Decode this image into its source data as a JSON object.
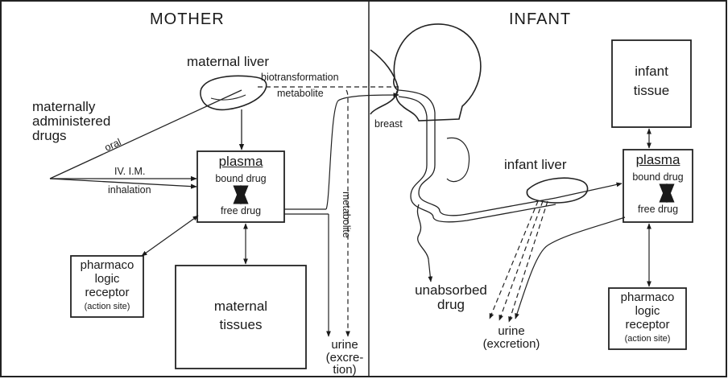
{
  "headings": {
    "mother": "MOTHER",
    "infant": "INFANT"
  },
  "mother": {
    "maternal_liver": "maternal liver",
    "biotransformation": "biotransformation",
    "metabolite": "metabolite",
    "metabolite_vertical": "metabolite",
    "drugs_label": [
      "maternally",
      "administered",
      "drugs"
    ],
    "route_oral": "oral",
    "route_iv_im": "IV. I.M.",
    "route_inhalation": "inhalation",
    "plasma": {
      "title": "plasma",
      "bound": "bound drug",
      "free": "free drug"
    },
    "receptor": {
      "lines": [
        "pharmaco",
        "logic",
        "receptor"
      ],
      "note": "(action site)"
    },
    "tissues": [
      "maternal",
      "tissues"
    ],
    "urine": [
      "urine",
      "(excre-",
      "tion)"
    ]
  },
  "infant": {
    "breast": "breast",
    "tissue": [
      "infant",
      "tissue"
    ],
    "liver": "infant liver",
    "plasma": {
      "title": "plasma",
      "bound": "bound drug",
      "free": "free drug"
    },
    "unabsorbed": [
      "unabsorbed",
      "drug"
    ],
    "urine": [
      "urine",
      "(excretion)"
    ],
    "receptor": {
      "lines": [
        "pharmaco",
        "logic",
        "receptor"
      ],
      "note": "(action site)"
    }
  }
}
